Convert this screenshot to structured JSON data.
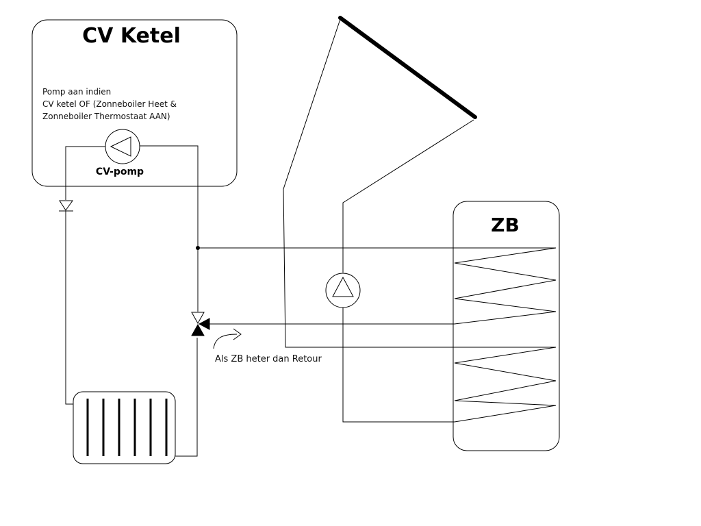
{
  "boiler": {
    "title": "CV Ketel",
    "note_lines": [
      "Pomp aan indien",
      "CV ketel OF (Zonneboiler Heet &",
      "Zonneboiler Thermostaat AAN)"
    ],
    "pump_label": "CV-pomp"
  },
  "storage": {
    "title": "ZB"
  },
  "valve_note": "Als ZB heter dan Retour",
  "colors": {
    "line": "#000000",
    "background": "#ffffff"
  }
}
